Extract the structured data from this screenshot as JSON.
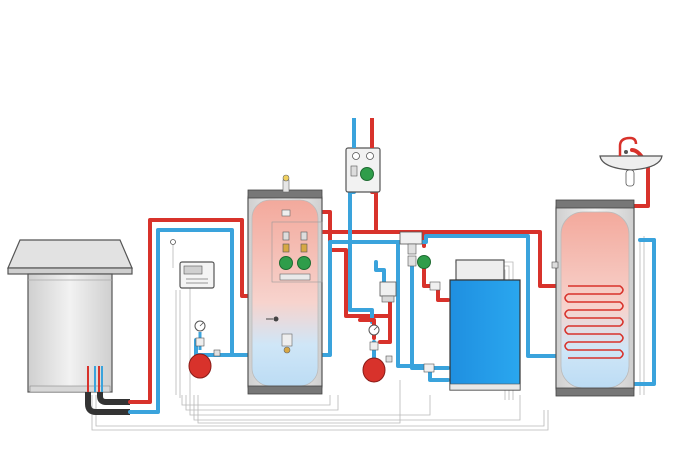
{
  "diagram": {
    "type": "heating-system-schematic",
    "colors": {
      "hot_pipe": "#d8322b",
      "cold_pipe": "#3aa3dc",
      "pump": "#2f9d4a",
      "expansion_vessel": "#d8322b",
      "boiler": "#1f8fe0",
      "tank_hot_fill": "#f3b3a8",
      "tank_cold_fill": "#cfe9f7",
      "casing": "#e8e8e8",
      "wiring": "#b8b8b8"
    },
    "components": [
      {
        "id": "heat-pump-outdoor-unit",
        "icon": "heat-pump-icon"
      },
      {
        "id": "controller",
        "icon": "controller-icon"
      },
      {
        "id": "buffer-tank",
        "icon": "tank-icon"
      },
      {
        "id": "pump-group",
        "icon": "pump-icon"
      },
      {
        "id": "expansion-vessel-left",
        "icon": "expansion-vessel-icon"
      },
      {
        "id": "expansion-vessel-right",
        "icon": "expansion-vessel-icon"
      },
      {
        "id": "mixing-station",
        "icon": "mixing-station-icon"
      },
      {
        "id": "gas-boiler",
        "icon": "boiler-icon"
      },
      {
        "id": "dhw-cylinder",
        "icon": "cylinder-icon"
      },
      {
        "id": "wash-basin-tap",
        "icon": "tap-icon"
      }
    ]
  }
}
